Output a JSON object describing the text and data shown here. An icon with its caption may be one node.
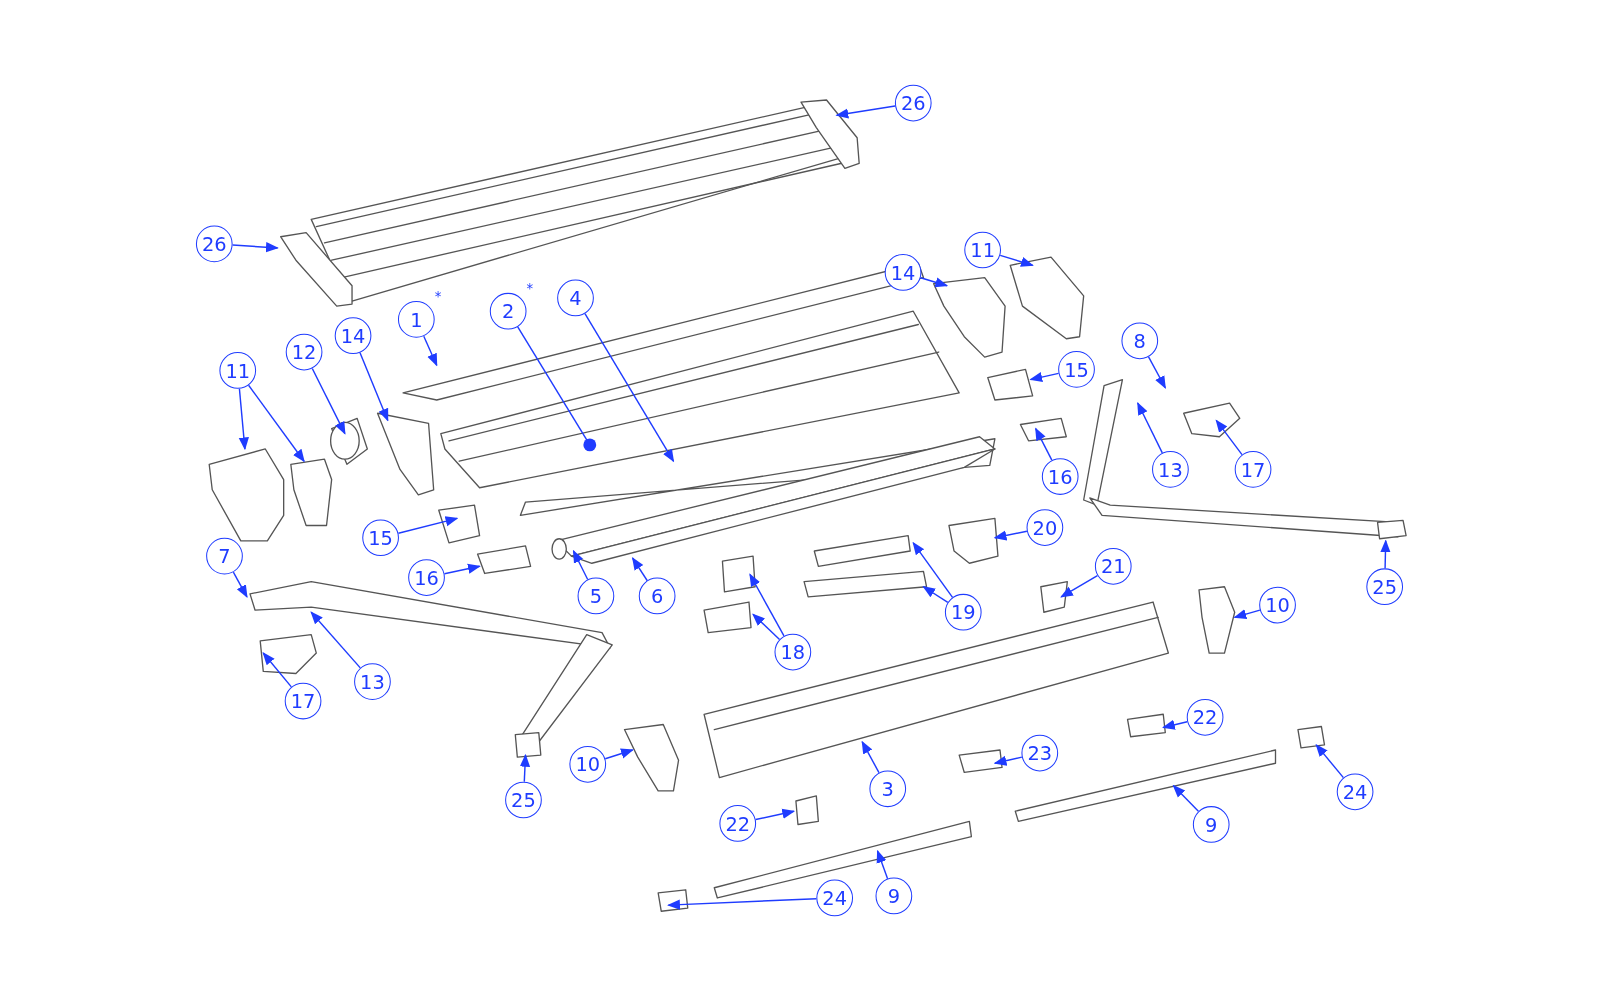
{
  "diagram": {
    "nodes": [
      {
        "text": [
          "26"
        ]
      },
      {
        "text": [
          "26"
        ]
      },
      {
        "text": [
          "1"
        ],
        "beside": [
          "*"
        ]
      },
      {
        "text": [
          "2"
        ],
        "beside": [
          "*"
        ]
      },
      {
        "text": [
          "4"
        ]
      },
      {
        "text": [
          "14"
        ]
      },
      {
        "text": [
          "11"
        ]
      },
      {
        "text": [
          "11"
        ]
      },
      {
        "text": [
          "12"
        ]
      },
      {
        "text": [
          "14"
        ]
      },
      {
        "text": [
          "8"
        ]
      },
      {
        "text": [
          "15"
        ]
      },
      {
        "text": [
          "13"
        ]
      },
      {
        "text": [
          "17"
        ]
      },
      {
        "text": [
          "16"
        ]
      },
      {
        "text": [
          "15"
        ]
      },
      {
        "text": [
          "16"
        ]
      },
      {
        "text": [
          "20"
        ]
      },
      {
        "text": [
          "21"
        ]
      },
      {
        "text": [
          "19"
        ]
      },
      {
        "text": [
          "7"
        ]
      },
      {
        "text": [
          "5"
        ]
      },
      {
        "text": [
          "6"
        ]
      },
      {
        "text": [
          "18"
        ]
      },
      {
        "text": [
          "25"
        ]
      },
      {
        "text": [
          "10"
        ]
      },
      {
        "text": [
          "13"
        ]
      },
      {
        "text": [
          "17"
        ]
      },
      {
        "text": [
          "10"
        ]
      },
      {
        "text": [
          "25"
        ]
      },
      {
        "text": [
          "3"
        ]
      },
      {
        "text": [
          "23"
        ]
      },
      {
        "text": [
          "22"
        ]
      },
      {
        "text": [
          "22"
        ]
      },
      {
        "text": [
          "24"
        ]
      },
      {
        "text": [
          "9"
        ]
      },
      {
        "text": [
          "24"
        ]
      },
      {
        "text": [
          "9"
        ]
      }
    ],
    "edges": [
      {
        "from": 0,
        "to": null,
        "arrow": "to"
      },
      {
        "from": 1,
        "to": null,
        "arrow": "to"
      },
      {
        "from": 2,
        "to": null,
        "arrow": "to"
      },
      {
        "from": 3,
        "to": null,
        "arrow": "other"
      },
      {
        "from": 4,
        "to": null,
        "arrow": "to"
      },
      {
        "from": 5,
        "to": null,
        "arrow": "to"
      },
      {
        "from": 6,
        "to": null,
        "arrow": "to"
      },
      {
        "from": 7,
        "to": null,
        "arrow": "to"
      },
      {
        "from": 7,
        "to": null,
        "arrow": "to"
      },
      {
        "from": 8,
        "to": null,
        "arrow": "to"
      },
      {
        "from": 9,
        "to": null,
        "arrow": "to"
      },
      {
        "from": 10,
        "to": null,
        "arrow": "to"
      },
      {
        "from": 11,
        "to": null,
        "arrow": "to"
      },
      {
        "from": 12,
        "to": null,
        "arrow": "to"
      },
      {
        "from": 13,
        "to": null,
        "arrow": "to"
      },
      {
        "from": 14,
        "to": null,
        "arrow": "to"
      },
      {
        "from": 15,
        "to": null,
        "arrow": "to"
      },
      {
        "from": 16,
        "to": null,
        "arrow": "to"
      },
      {
        "from": 17,
        "to": null,
        "arrow": "to"
      },
      {
        "from": 18,
        "to": null,
        "arrow": "to"
      },
      {
        "from": 19,
        "to": null,
        "arrow": "to"
      },
      {
        "from": 19,
        "to": null,
        "arrow": "to"
      },
      {
        "from": 20,
        "to": null,
        "arrow": "to"
      },
      {
        "from": 21,
        "to": null,
        "arrow": "to"
      },
      {
        "from": 22,
        "to": null,
        "arrow": "to"
      },
      {
        "from": 23,
        "to": null,
        "arrow": "to"
      },
      {
        "from": 23,
        "to": null,
        "arrow": "to"
      },
      {
        "from": 24,
        "to": null,
        "arrow": "to"
      },
      {
        "from": 25,
        "to": null,
        "arrow": "to"
      },
      {
        "from": 26,
        "to": null,
        "arrow": "to"
      },
      {
        "from": 27,
        "to": null,
        "arrow": "to"
      },
      {
        "from": 28,
        "to": null,
        "arrow": "to"
      },
      {
        "from": 29,
        "to": null,
        "arrow": "to"
      },
      {
        "from": 30,
        "to": null,
        "arrow": "to"
      },
      {
        "from": 31,
        "to": null,
        "arrow": "to"
      },
      {
        "from": 32,
        "to": null,
        "arrow": "to"
      },
      {
        "from": 33,
        "to": null,
        "arrow": "to"
      },
      {
        "from": 34,
        "to": null,
        "arrow": "to"
      },
      {
        "from": 35,
        "to": null,
        "arrow": "to"
      },
      {
        "from": 36,
        "to": null,
        "arrow": "to"
      },
      {
        "from": 37,
        "to": null,
        "arrow": "to"
      }
    ]
  }
}
